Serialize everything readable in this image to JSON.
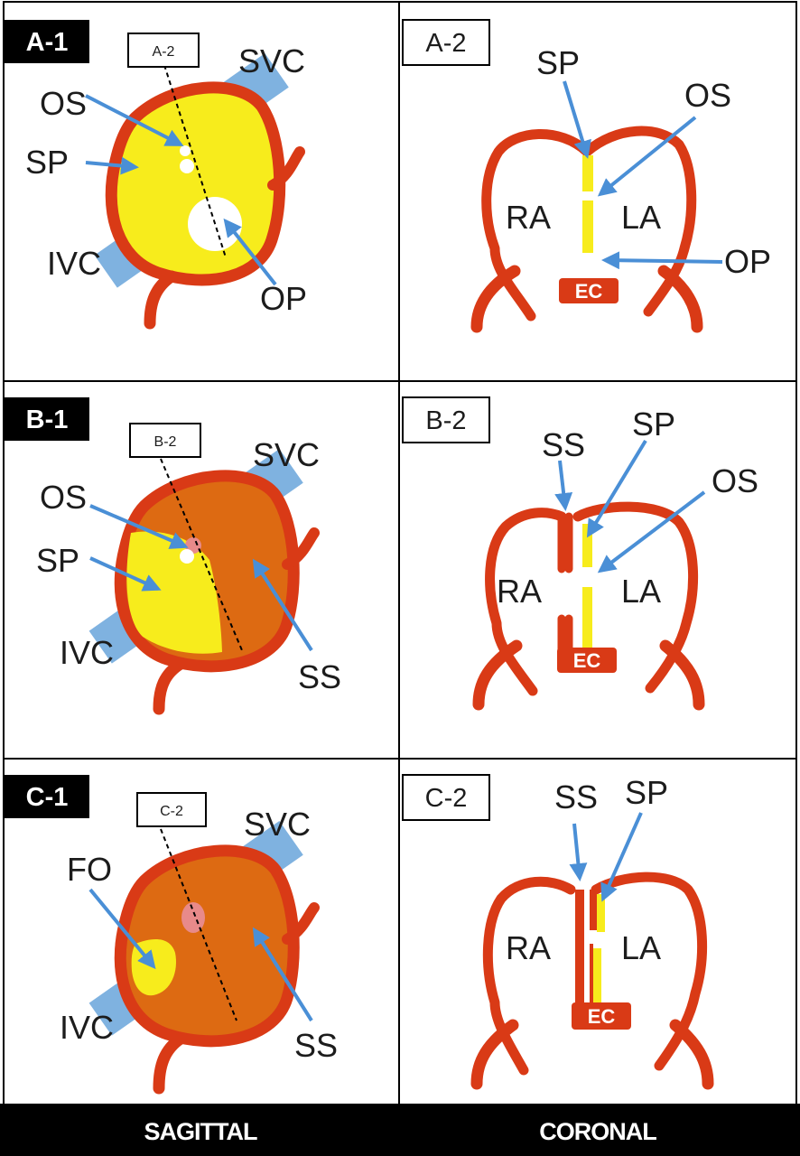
{
  "colors": {
    "wall_red": "#d93a16",
    "septum_primum_yellow": "#f7ec1c",
    "septum_secundum_orange": "#dd6a12",
    "vein_blue": "#7fb2e0",
    "arrow_blue": "#4a8fd6",
    "ostium_pink": "#e88a8a",
    "tag_black": "#000000"
  },
  "panels": {
    "a1": {
      "tag": "A-1",
      "cut_tag": "A-2",
      "labels": {
        "svc": "SVC",
        "os": "OS",
        "sp": "SP",
        "ivc": "IVC",
        "op": "OP"
      }
    },
    "a2": {
      "tag": "A-2",
      "labels": {
        "sp": "SP",
        "os": "OS",
        "ra": "RA",
        "la": "LA",
        "op": "OP",
        "ec": "EC"
      }
    },
    "b1": {
      "tag": "B-1",
      "cut_tag": "B-2",
      "labels": {
        "svc": "SVC",
        "os": "OS",
        "sp": "SP",
        "ivc": "IVC",
        "ss": "SS"
      }
    },
    "b2": {
      "tag": "B-2",
      "labels": {
        "ss": "SS",
        "sp": "SP",
        "os": "OS",
        "ra": "RA",
        "la": "LA",
        "ec": "EC"
      }
    },
    "c1": {
      "tag": "C-1",
      "cut_tag": "C-2",
      "labels": {
        "svc": "SVC",
        "fo": "FO",
        "ivc": "IVC",
        "ss": "SS"
      }
    },
    "c2": {
      "tag": "C-2",
      "labels": {
        "ss": "SS",
        "sp": "SP",
        "ra": "RA",
        "la": "LA",
        "ec": "EC"
      }
    }
  },
  "footer": {
    "left": "SAGITTAL",
    "right": "CORONAL"
  }
}
